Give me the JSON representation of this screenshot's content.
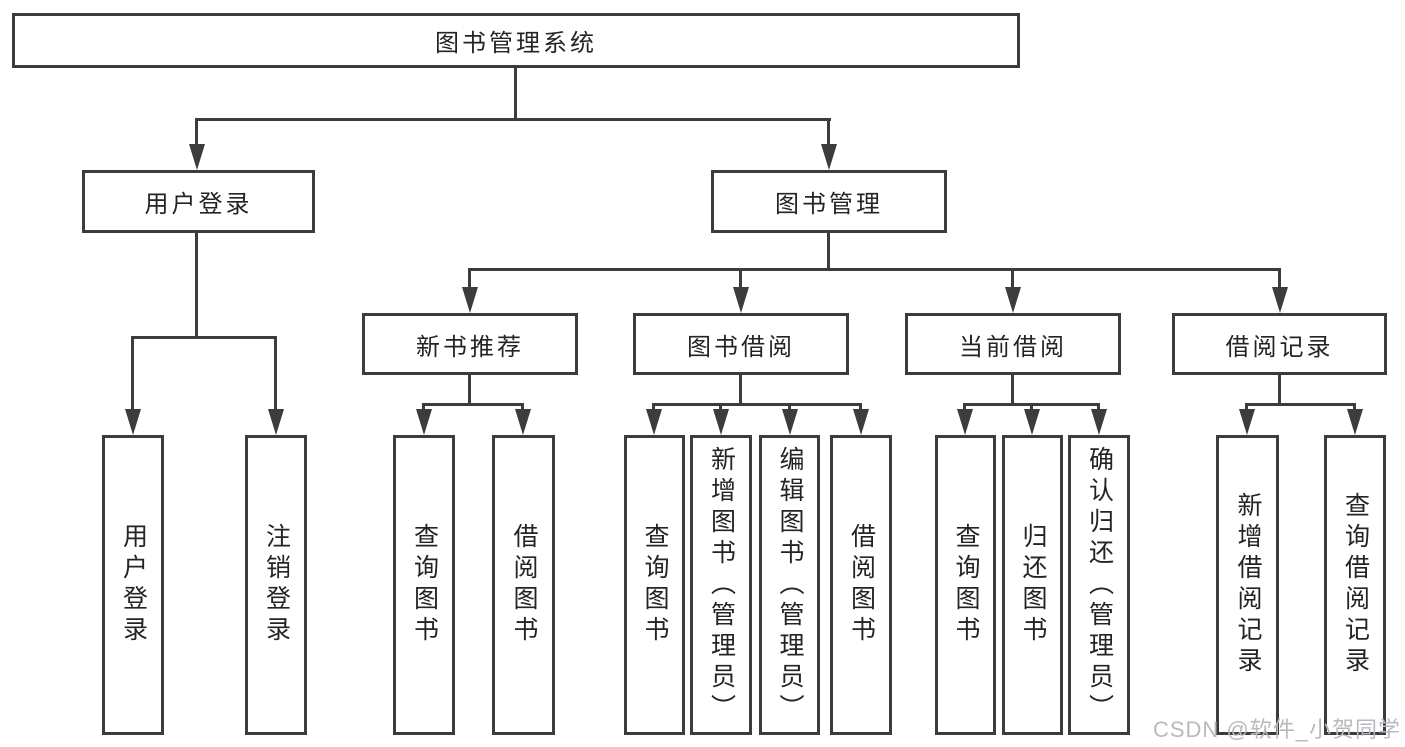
{
  "tree": {
    "label": "图书管理系统",
    "children": [
      {
        "label": "用户登录",
        "children": [
          {
            "label": "用户登录"
          },
          {
            "label": "注销登录"
          }
        ]
      },
      {
        "label": "图书管理",
        "children": [
          {
            "label": "新书推荐",
            "children": [
              {
                "label": "查询图书"
              },
              {
                "label": "借阅图书"
              }
            ]
          },
          {
            "label": "图书借阅",
            "children": [
              {
                "label": "查询图书"
              },
              {
                "label": "新增图书（管理员）"
              },
              {
                "label": "编辑图书（管理员）"
              },
              {
                "label": "借阅图书"
              }
            ]
          },
          {
            "label": "当前借阅",
            "children": [
              {
                "label": "查询图书"
              },
              {
                "label": "归还图书"
              },
              {
                "label": "确认归还（管理员）"
              }
            ]
          },
          {
            "label": "借阅记录",
            "children": [
              {
                "label": "新增借阅记录"
              },
              {
                "label": "查询借阅记录"
              }
            ]
          }
        ]
      }
    ]
  },
  "watermark": {
    "text": "CSDN @软件_小贺同学"
  },
  "colors": {
    "line": "#3b3c3e",
    "text": "#242427",
    "watermark": "#b7babe",
    "background": "#ffffff"
  }
}
